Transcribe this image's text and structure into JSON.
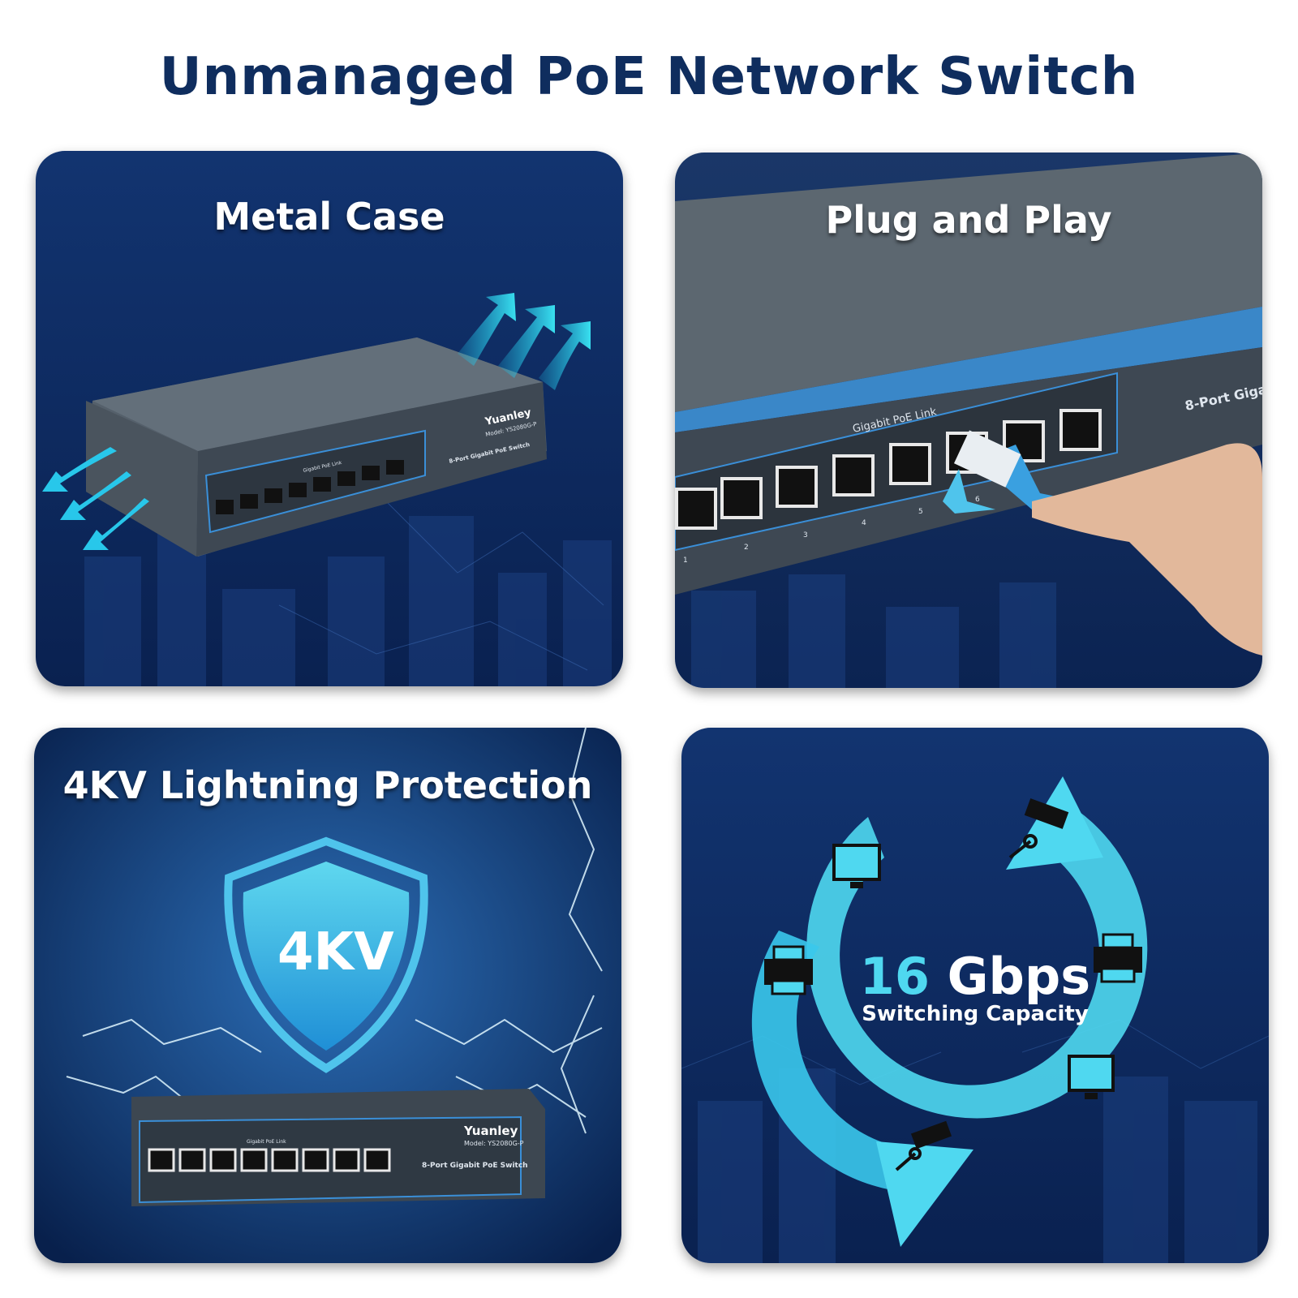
{
  "page": {
    "title": "Unmanaged PoE Network Switch"
  },
  "panels": {
    "metal_case": {
      "title": "Metal Case",
      "device": {
        "brand": "Yuanley",
        "model": "Model: YS2080G-P",
        "label": "8-Port Gigabit PoE Switch",
        "link_label": "Gigabit PoE Link"
      }
    },
    "plug_play": {
      "title": "Plug and Play",
      "device": {
        "label": "8-Port Giga",
        "link_label": "Gigabit PoE Link",
        "port_numbers": [
          "1",
          "2",
          "3",
          "4",
          "5",
          "6"
        ]
      }
    },
    "lightning": {
      "title": "4KV Lightning Protection",
      "shield_text": "4KV",
      "device": {
        "brand": "Yuanley",
        "model": "Model: YS2080G-P",
        "label": "8-Port Gigabit PoE Switch",
        "link_label": "Gigabit PoE Link"
      }
    },
    "capacity": {
      "number": "16",
      "unit": "Gbps",
      "subtitle": "Switching Capacity",
      "icons": [
        "monitor-icon",
        "camera-icon",
        "printer-icon",
        "printer-icon",
        "monitor-icon",
        "camera-icon"
      ]
    }
  },
  "colors": {
    "title": "#0f2d5e",
    "panel_bg": "#0e2a5c",
    "accent": "#4fd8f0"
  }
}
